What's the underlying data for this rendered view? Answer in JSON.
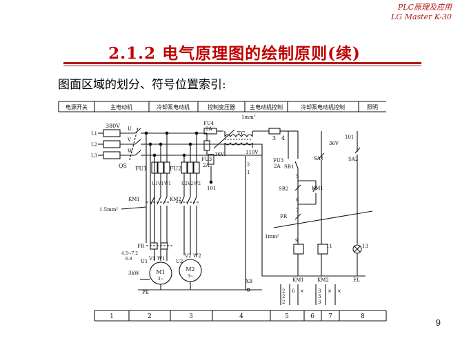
{
  "header": {
    "line1": "PLC原理及应用",
    "line2": "LG Master K-30"
  },
  "title": "2.1.2 电气原理图的绘制原则(续)",
  "subtitle": "图面区域的划分、符号位置索引:",
  "diagram": {
    "top_zones": [
      "电源开关",
      "主电动机",
      "冷却泵电动机",
      "控制变压器",
      "主电动机控制",
      "冷却泵电动机控制",
      "照明"
    ],
    "bottom_zones": [
      "1",
      "2",
      "3",
      "4",
      "5",
      "6",
      "7",
      "8"
    ],
    "labels": {
      "l1": "L1",
      "l2": "L2",
      "l3": "L3",
      "v380": "380V",
      "u": "U",
      "v": "V",
      "w": "W",
      "qs": "QS",
      "fu1": "FU1",
      "fu2": "FU2",
      "fu3": "FU3",
      "fu4": "FU4",
      "fu3_rating": "2A",
      "fu4_rating": "2A",
      "mm1": "1mm²",
      "mm2": "1.5mm²",
      "mm3": "1mm²",
      "tc": "TC",
      "v36a": "36V",
      "v110": "110V",
      "v36b": "36V",
      "n101a": "101",
      "n101b": "101",
      "km1a": "KM1",
      "km2a": "KM2",
      "km1b": "KM1",
      "km1c": "KM1",
      "km2b": "KM2",
      "fr_main": "FR",
      "fr_ctrl": "FR",
      "fr_range": "4.5~7.2",
      "fr_set": "6.8",
      "m1": "M1",
      "m1_sub": "3~",
      "m2": "M2",
      "m2_sub": "3~",
      "kw": "3kW",
      "pe": "PE",
      "xb": "XB",
      "el": "EL",
      "sb1": "SB1",
      "sb2": "SB2",
      "sa1": "SA1",
      "sa2": "SA2",
      "n1": "1",
      "n2": "2",
      "n3": "3",
      "n4": "4",
      "n5": "5",
      "n6": "6",
      "n7": "7",
      "n9": "9",
      "n11": "11",
      "n13": "13",
      "u1": "U1",
      "v1": "V1",
      "w1": "W1",
      "u2": "U2",
      "v2": "V2",
      "w2": "W2",
      "idx1": "2",
      "idx2": "2",
      "idx3": "2",
      "idx4": "6",
      "idx5": "×",
      "idx6": "3",
      "idx7": "3",
      "idx8": "3",
      "idx9": "×",
      "idx10": "×"
    }
  },
  "page_number": "9"
}
